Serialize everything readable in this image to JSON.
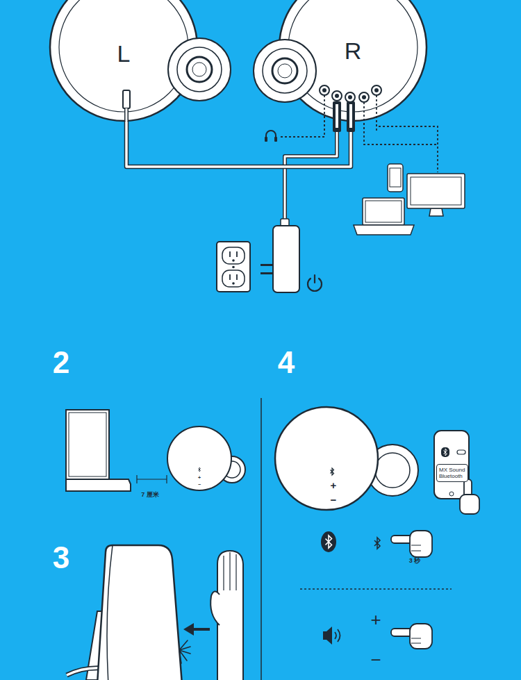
{
  "diagram": {
    "nodes": [
      {
        "text": [
          "L"
        ]
      },
      {
        "text": [
          "R"
        ]
      },
      {
        "text": [
          "MX Sound Bluetooth"
        ]
      }
    ],
    "edges": [
      {
        "from": 0,
        "to": 1,
        "arrow": "none"
      }
    ],
    "labels": [
      "2",
      "4",
      "7 厘米",
      "+",
      "−",
      "+",
      "−",
      "3 秒",
      "3",
      "+",
      "−"
    ]
  }
}
